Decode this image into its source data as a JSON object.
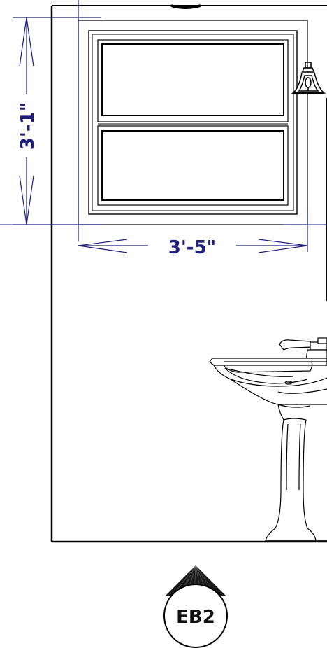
{
  "dimensions": {
    "window_height": "3'-1\"",
    "window_width": "3'-5\""
  },
  "elevation_tag": {
    "label": "EB2"
  },
  "colors": {
    "dimension": "#1d1f7e",
    "linework": "#000000"
  }
}
